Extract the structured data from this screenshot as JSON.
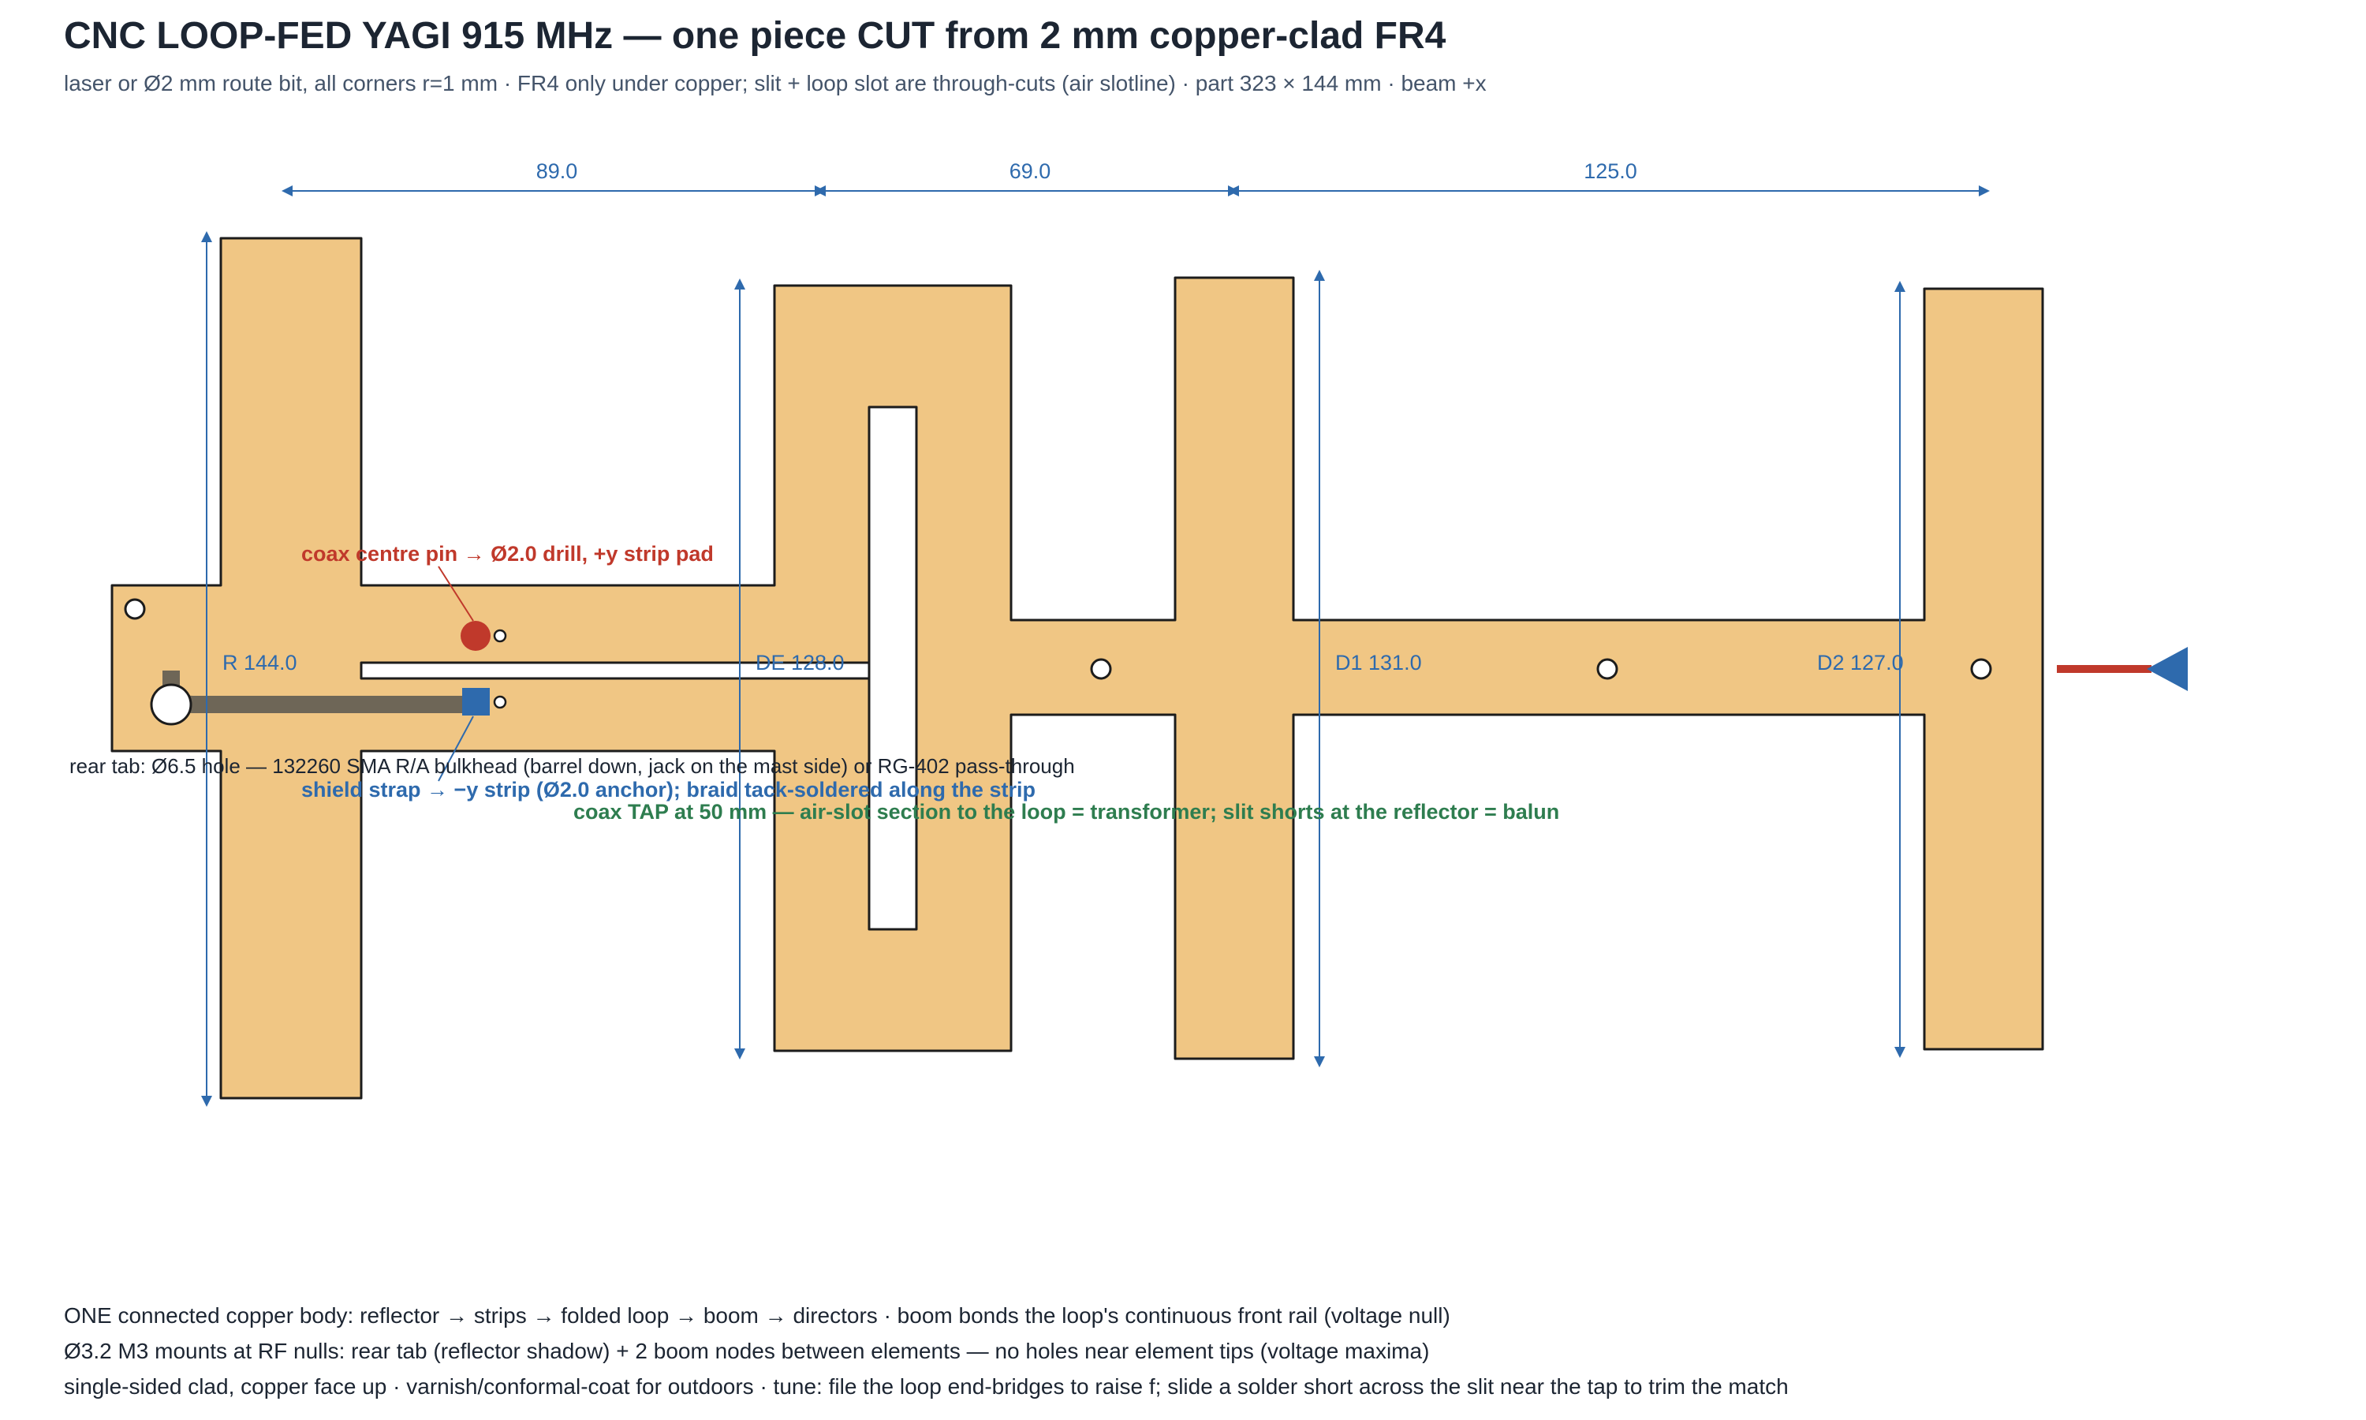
{
  "title": "CNC LOOP-FED YAGI 915 MHz — one piece CUT from 2 mm copper-clad FR4",
  "subtitle": "laser or Ø2 mm route bit, all corners r=1 mm · FR4 only under copper; slit + loop slot are through-cuts (air slotline) · part 323 × 144 mm · beam +x",
  "colors": {
    "copper": "#f0c684",
    "outline": "#1c1c1c",
    "dimension": "#2e6aad",
    "coax_centre": "#c0392b",
    "shield": "#2e6aad",
    "tap_note": "#2e7d4f",
    "coax_cable": "#6e6657"
  },
  "dimensions": {
    "spacings": [
      "89.0",
      "69.0",
      "125.0"
    ]
  },
  "elements": [
    {
      "id": "reflector",
      "label": "R 144.0"
    },
    {
      "id": "driven",
      "label": "DE 128.0"
    },
    {
      "id": "director1",
      "label": "D1 131.0"
    },
    {
      "id": "director2",
      "label": "D2 127.0"
    }
  ],
  "annotations": {
    "coax_centre": "coax centre pin → Ø2.0 drill, +y strip pad",
    "rear_tab": "rear tab: Ø6.5 hole — 132260 SMA R/A bulkhead (barrel down, jack on the mast side) or RG-402 pass-through",
    "shield_strap": "shield strap → −y strip (Ø2.0 anchor); braid tack-soldered along the strip",
    "coax_tap": "coax TAP at 50 mm — air-slot section to the loop = transformer; slit shorts at the reflector = balun"
  },
  "beam_direction_icon": "arrow-right-icon",
  "notes": [
    "ONE connected copper body: reflector → strips → folded loop → boom → directors · boom bonds the loop's continuous front rail (voltage null)",
    "Ø3.2 M3 mounts at RF nulls: rear tab (reflector shadow) + 2 boom nodes between elements — no holes near element tips (voltage maxima)",
    "single-sided clad, copper face up · varnish/conformal-coat for outdoors · tune: file the loop end-bridges to raise f; slide a solder short across the slit near the tap to trim the match"
  ]
}
